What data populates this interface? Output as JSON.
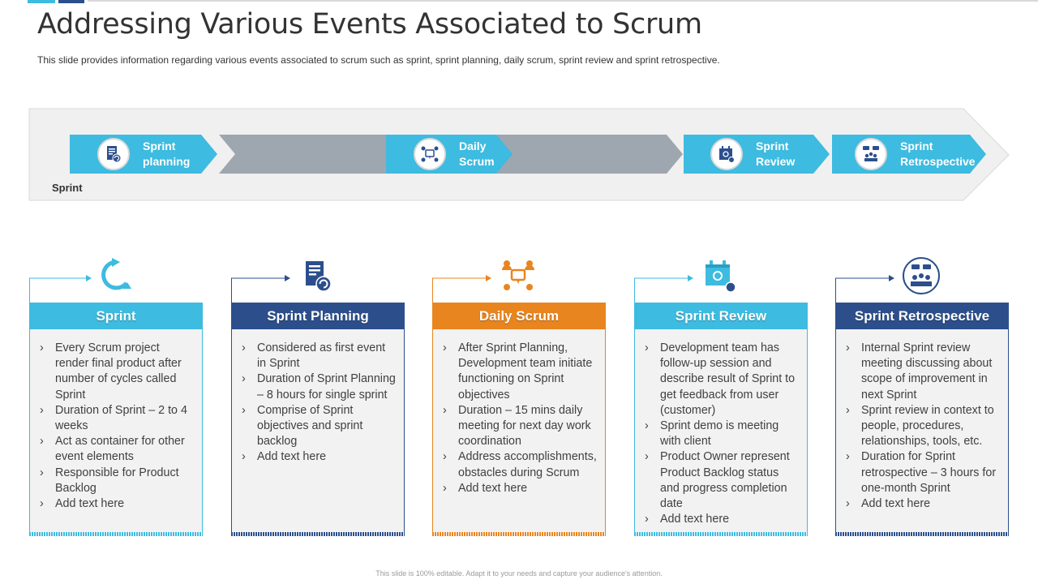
{
  "title": "Addressing Various Events Associated to Scrum",
  "subtitle": "This slide provides information regarding various events associated to scrum such as sprint, sprint planning, daily scrum, sprint review and sprint retrospective.",
  "timeline": {
    "sprint_label": "Sprint",
    "items": [
      {
        "label_line1": "Sprint",
        "label_line2": "planning",
        "icon": "document-refresh-icon"
      },
      {
        "label_line1": "Daily",
        "label_line2": "Scrum",
        "icon": "team-meeting-icon"
      },
      {
        "label_line1": "Sprint",
        "label_line2": "Review",
        "icon": "calendar-review-icon"
      },
      {
        "label_line1": "Sprint",
        "label_line2": "Retrospective",
        "icon": "group-discussion-icon"
      }
    ]
  },
  "colors": {
    "light_blue": "#3dbbe0",
    "dark_blue": "#2c4f8c",
    "orange": "#e8851f",
    "grey_band": "#9ea6af",
    "band_bg": "#f0f0f0"
  },
  "cards": [
    {
      "title": "Sprint",
      "icon": "cycle-arrow-icon",
      "bullets": [
        "Every Scrum project render final product after number of cycles called Sprint",
        "Duration of Sprint – 2 to 4 weeks",
        "Act as container for other event elements",
        "Responsible for Product Backlog",
        "Add text here"
      ]
    },
    {
      "title": "Sprint Planning",
      "icon": "document-refresh-icon",
      "bullets": [
        "Considered as first event in Sprint",
        "Duration of Sprint Planning – 8 hours for single sprint",
        "Comprise of Sprint objectives and sprint backlog",
        "Add text here"
      ]
    },
    {
      "title": "Daily Scrum",
      "icon": "team-meeting-icon",
      "bullets": [
        "After Sprint Planning, Development team initiate functioning on Sprint objectives",
        "Duration – 15 mins daily meeting for next day work coordination",
        "Address accomplishments, obstacles during Scrum",
        "Add text here"
      ]
    },
    {
      "title": "Sprint Review",
      "icon": "calendar-review-icon",
      "bullets": [
        "Development team has follow-up session and describe result of Sprint to get feedback from user (customer)",
        "Sprint demo is meeting with client",
        "Product Owner represent Product Backlog status and progress completion date",
        "Add text here"
      ]
    },
    {
      "title": "Sprint Retrospective",
      "icon": "group-discussion-icon",
      "bullets": [
        "Internal Sprint review meeting discussing about scope of improvement in next Sprint",
        "Sprint review in context to people, procedures, relationships, tools, etc.",
        "Duration for Sprint retrospective – 3 hours for one-month Sprint",
        "Add text here"
      ]
    }
  ],
  "footer": "This slide is 100% editable. Adapt it to your needs and capture your audience's attention."
}
